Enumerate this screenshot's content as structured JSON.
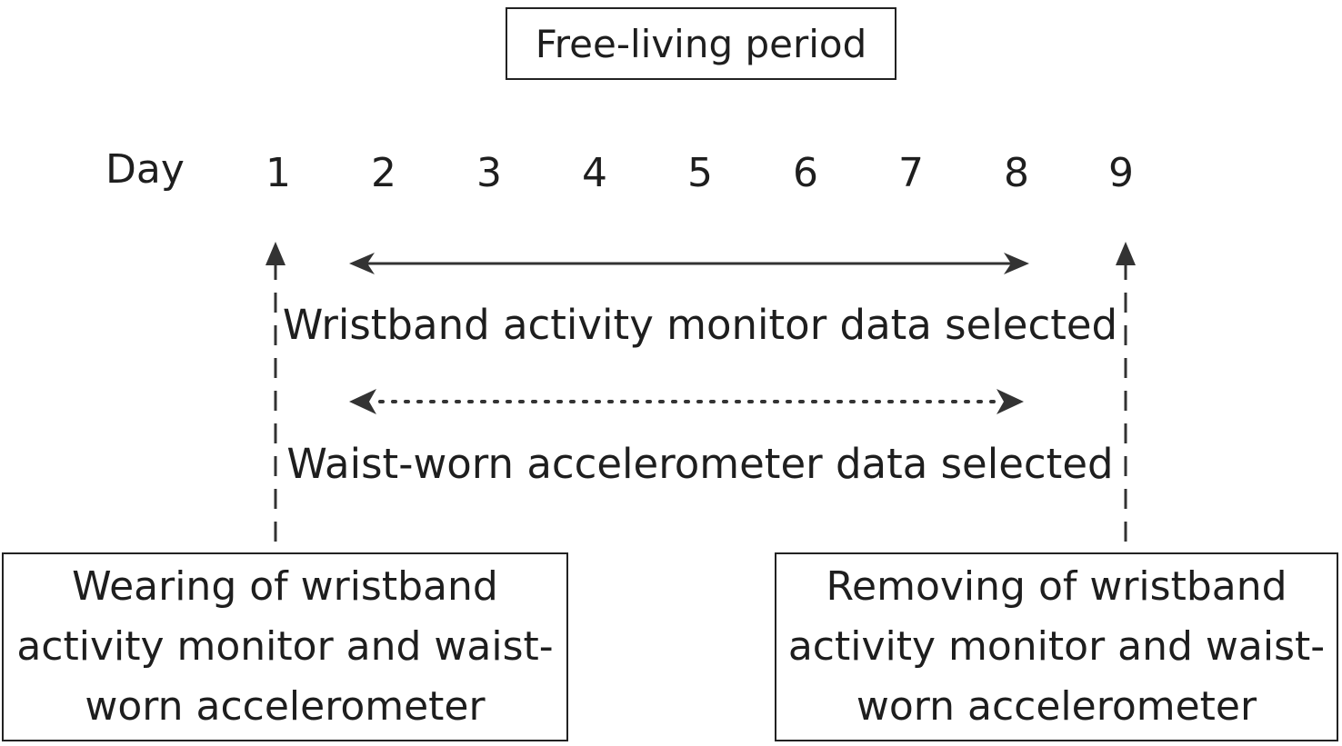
{
  "title": "Free-living period",
  "day_label": "Day",
  "days": [
    "1",
    "2",
    "3",
    "4",
    "5",
    "6",
    "7",
    "8",
    "9"
  ],
  "wristband_caption": "Wristband activity monitor data selected",
  "waist_caption": "Waist-worn accelerometer data selected",
  "start_event": [
    "Wearing of wristband",
    "activity monitor and waist-",
    "worn accelerometer"
  ],
  "end_event": [
    "Removing of wristband",
    "activity monitor and waist-",
    "worn accelerometer"
  ],
  "line_color": "#333333"
}
